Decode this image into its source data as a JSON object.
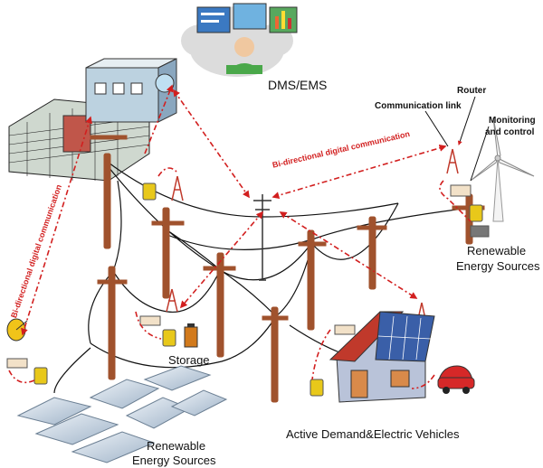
{
  "labels": {
    "dms_ems": "DMS/EMS",
    "router": "Router",
    "comm_link": "Communication link",
    "monitoring_line1": "Monitoring",
    "monitoring_line2": "and control",
    "bidir_top": "Bi-directional digital communication",
    "bidir_left": "Bi-directional digital communication",
    "renewable_right_line1": "Renewable",
    "renewable_right_line2": "Energy Sources",
    "storage": "Storage",
    "renewable_bottom_line1": "Renewable",
    "renewable_bottom_line2": "Energy Sources",
    "active_demand": "Active Demand&Electric Vehicles"
  },
  "colors": {
    "link_red": "#d21f1f",
    "pole_brown": "#a0522d",
    "cloud_gray": "#dcdcdc",
    "house_wall": "#b9c3d9",
    "roof_red": "#c0392b",
    "panel_blue": "#3a5fa8",
    "meter_yellow": "#e8c81a"
  }
}
